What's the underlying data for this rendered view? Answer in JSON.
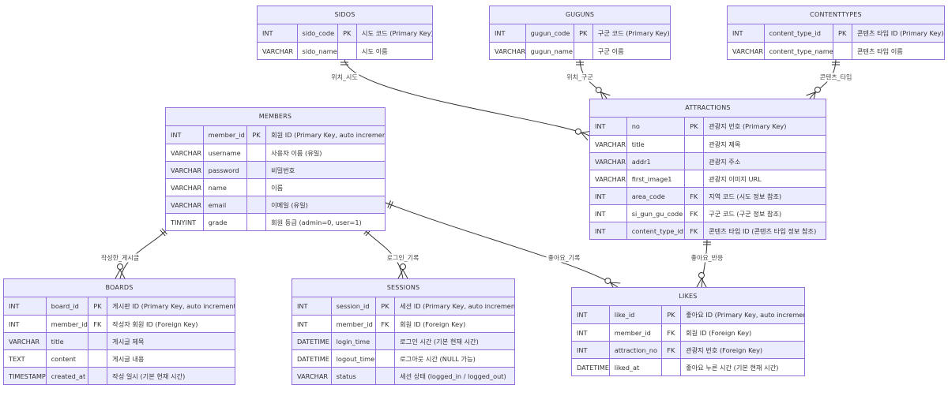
{
  "entities": {
    "sidos": {
      "title": "SIDOS",
      "rows": [
        [
          "INT",
          "sido_code",
          "PK",
          "시도 코드 (Primary Key)"
        ],
        [
          "VARCHAR",
          "sido_name",
          "",
          "시도 이름"
        ]
      ]
    },
    "guguns": {
      "title": "GUGUNS",
      "rows": [
        [
          "INT",
          "gugun_code",
          "PK",
          "구군 코드 (Primary Key)"
        ],
        [
          "VARCHAR",
          "gugun_name",
          "",
          "구군 이름"
        ]
      ]
    },
    "contenttypes": {
      "title": "CONTENTTYPES",
      "rows": [
        [
          "INT",
          "content_type_id",
          "PK",
          "콘텐츠 타입 ID (Primary Key)"
        ],
        [
          "VARCHAR",
          "content_type_name",
          "",
          "콘텐츠 타입 이름"
        ]
      ]
    },
    "members": {
      "title": "MEMBERS",
      "rows": [
        [
          "INT",
          "member_id",
          "PK",
          "회원 ID (Primary Key, auto increment)"
        ],
        [
          "VARCHAR",
          "username",
          "",
          "사용자 이름 (유일)"
        ],
        [
          "VARCHAR",
          "password",
          "",
          "비밀번호"
        ],
        [
          "VARCHAR",
          "name",
          "",
          "이름"
        ],
        [
          "VARCHAR",
          "email",
          "",
          "이메일 (유일)"
        ],
        [
          "TINYINT",
          "grade",
          "",
          "회원 등급 (admin=0, user=1)"
        ]
      ]
    },
    "attractions": {
      "title": "ATTRACTIONS",
      "rows": [
        [
          "INT",
          "no",
          "PK",
          "관광지 번호 (Primary Key)"
        ],
        [
          "VARCHAR",
          "title",
          "",
          "관광지 제목"
        ],
        [
          "VARCHAR",
          "addr1",
          "",
          "관광지 주소"
        ],
        [
          "VARCHAR",
          "first_image1",
          "",
          "관광지 이미지 URL"
        ],
        [
          "INT",
          "area_code",
          "FK",
          "지역 코드 (시도 정보 참조)"
        ],
        [
          "INT",
          "si_gun_gu_code",
          "FK",
          "구군 코드 (구군 정보 참조)"
        ],
        [
          "INT",
          "content_type_id",
          "FK",
          "콘텐츠 타입 ID (콘텐츠 타입 정보 참조)"
        ]
      ]
    },
    "boards": {
      "title": "BOARDS",
      "rows": [
        [
          "INT",
          "board_id",
          "PK",
          "게시판 ID (Primary Key, auto increment)"
        ],
        [
          "INT",
          "member_id",
          "FK",
          "작성자 회원 ID (Foreign Key)"
        ],
        [
          "VARCHAR",
          "title",
          "",
          "게시글 제목"
        ],
        [
          "TEXT",
          "content",
          "",
          "게시글 내용"
        ],
        [
          "TIMESTAMP",
          "created_at",
          "",
          "작성 일시 (기본 현재 시간)"
        ]
      ]
    },
    "sessions": {
      "title": "SESSIONS",
      "rows": [
        [
          "INT",
          "session_id",
          "PK",
          "세션 ID (Primary Key, auto increment)"
        ],
        [
          "INT",
          "member_id",
          "FK",
          "회원 ID (Foreign Key)"
        ],
        [
          "DATETIME",
          "login_time",
          "",
          "로그인 시간 (기본 현재 시간)"
        ],
        [
          "DATETIME",
          "logout_time",
          "",
          "로그아웃 시간 (NULL 가능)"
        ],
        [
          "VARCHAR",
          "status",
          "",
          "세션 상태 (logged_in / logged_out)"
        ]
      ]
    },
    "likes": {
      "title": "LIKES",
      "rows": [
        [
          "INT",
          "like_id",
          "PK",
          "좋아요 ID (Primary Key, auto increment)"
        ],
        [
          "INT",
          "member_id",
          "FK",
          "회원 ID (Foreign Key)"
        ],
        [
          "INT",
          "attraction_no",
          "FK",
          "관광지 번호 (Foreign Key)"
        ],
        [
          "DATETIME",
          "liked_at",
          "",
          "좋아요 누른 시간 (기본 현재 시간)"
        ]
      ]
    }
  },
  "relationships": [
    {
      "label": "위치_시도"
    },
    {
      "label": "위치_구군"
    },
    {
      "label": "콘텐츠_타입"
    },
    {
      "label": "작성한_게시글"
    },
    {
      "label": "로그인_기록"
    },
    {
      "label": "좋아요_기록"
    },
    {
      "label": "좋아요_반응"
    }
  ],
  "colors": {
    "border": "#9370DB",
    "fill": "#ECECFF",
    "line": "#333333"
  }
}
